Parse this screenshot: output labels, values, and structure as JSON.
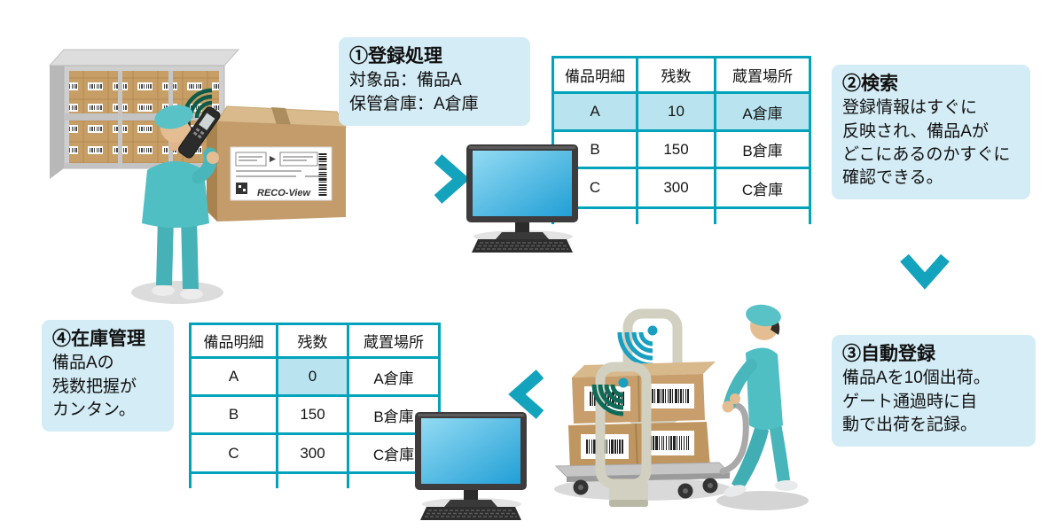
{
  "colors": {
    "accent_teal": "#00a3bb",
    "callout_bg": "#d4ecf5",
    "highlight_cell": "#b9e4ef",
    "chevron": "#14a3bd",
    "wave_dark_green": "#0d5c49",
    "wave_teal": "#1b9fc0",
    "worker_teal": "#4fbfc4",
    "cardboard": "#c49b6b",
    "screen_blue": "#29a7dc"
  },
  "callouts": {
    "step1": {
      "title": "①登録処理",
      "lines": [
        "対象品：備品A",
        "保管倉庫：A倉庫"
      ]
    },
    "step2": {
      "title": "②検索",
      "lines": [
        "登録情報はすぐに",
        "反映され、備品Aが",
        "どこにあるのかすぐに",
        "確認できる。"
      ]
    },
    "step3": {
      "title": "③自動登録",
      "lines": [
        "備品Aを10個出荷。",
        "ゲート通過時に自",
        "動で出荷を記録。"
      ]
    },
    "step4": {
      "title": "④在庫管理",
      "lines": [
        "備品Aの",
        "残数把握が",
        "カンタン。"
      ]
    }
  },
  "tables": {
    "headers": [
      "備品明細",
      "残数",
      "蔵置場所"
    ],
    "registered": {
      "rows": [
        [
          "A",
          "10",
          "A倉庫"
        ],
        [
          "B",
          "150",
          "B倉庫"
        ],
        [
          "C",
          "300",
          "C倉庫"
        ]
      ],
      "highlighted_row": "A"
    },
    "after_shipment": {
      "rows": [
        [
          "A",
          "0",
          "A倉庫"
        ],
        [
          "B",
          "150",
          "B倉庫"
        ],
        [
          "C",
          "300",
          "C倉庫"
        ]
      ],
      "highlighted_cell": "A:残数=0"
    }
  },
  "box_label": {
    "brand": "RECO-View"
  },
  "icons": {
    "box_wifi": "wifi-waves-icon",
    "gate_front_wifi": "wifi-waves-icon",
    "gate_back_wifi": "wifi-waves-icon",
    "flow_right": "chevron-right-icon",
    "flow_down": "chevron-down-icon",
    "flow_left": "chevron-left-icon"
  }
}
